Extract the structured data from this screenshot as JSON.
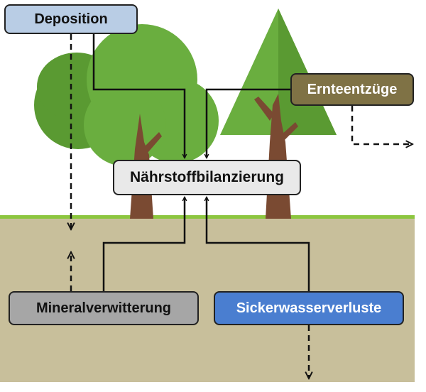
{
  "diagram": {
    "nodes": {
      "deposition": "Deposition",
      "ernteentzuege": "Ernteentzüge",
      "naehrstoffbilanzierung": "Nährstoffbilanzierung",
      "mineralverwitterung": "Mineralverwitterung",
      "sickerwasserverluste": "Sickerwasserverluste"
    },
    "edges": [
      {
        "from": "deposition",
        "to": "naehrstoffbilanzierung",
        "style": "solid"
      },
      {
        "from": "ernteentzuege",
        "to": "naehrstoffbilanzierung",
        "style": "solid"
      },
      {
        "from": "mineralverwitterung",
        "to": "naehrstoffbilanzierung",
        "style": "solid"
      },
      {
        "from": "sickerwasserverluste",
        "to": "naehrstoffbilanzierung",
        "style": "solid"
      },
      {
        "from": "deposition",
        "to": "soil",
        "style": "dashed"
      },
      {
        "from": "ernteentzuege",
        "to": "outside",
        "style": "dashed"
      },
      {
        "from": "mineralverwitterung",
        "to": "soil",
        "style": "dashed"
      },
      {
        "from": "sickerwasserverluste",
        "to": "below",
        "style": "dashed"
      }
    ],
    "colors": {
      "deposition": "#b9cde5",
      "ernteentzuege": "#7f7245",
      "naehrstoffbilanzierung": "#e9e9e9",
      "mineralverwitterung": "#a6a6a6",
      "sickerwasserverluste": "#4a7ed0",
      "soil": "#c8bf9b",
      "grass": "#8cc63f",
      "foliage_dark": "#5a9a32",
      "foliage_light": "#6aae3f",
      "trunk": "#7a4a32"
    }
  }
}
